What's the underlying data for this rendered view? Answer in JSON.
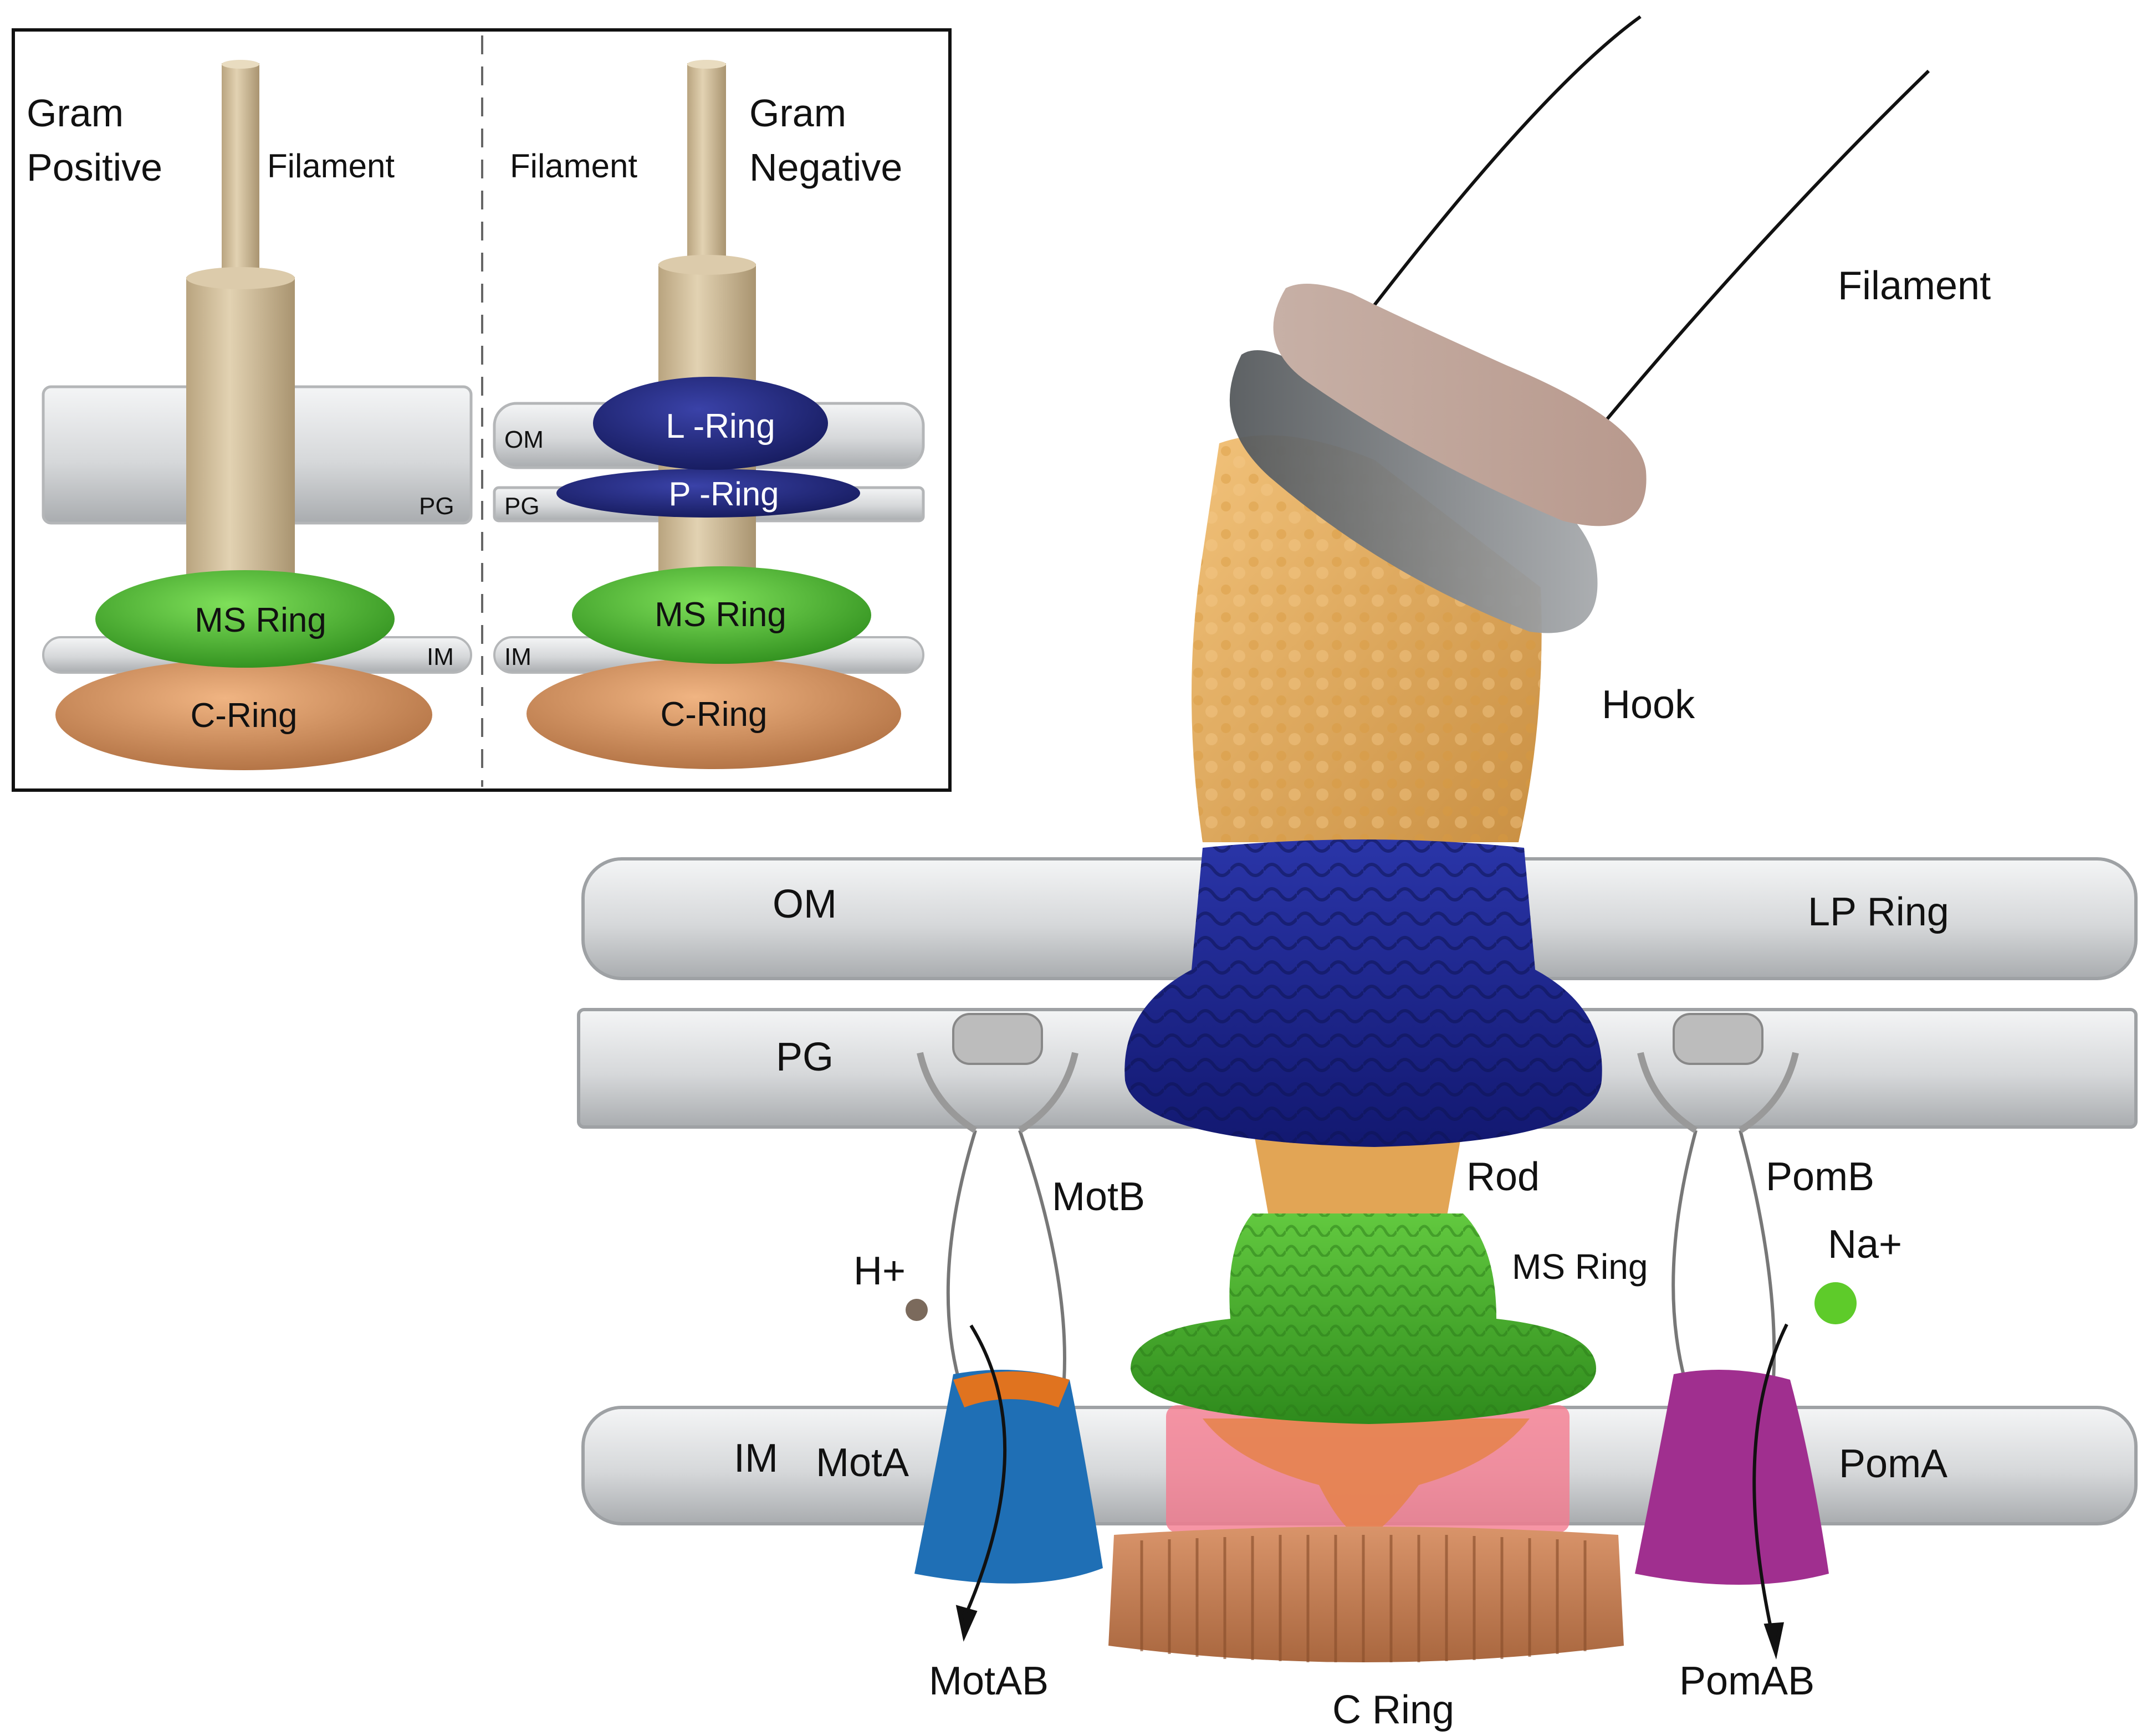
{
  "inset": {
    "gram_positive": {
      "title_line1": "Gram",
      "title_line2": "Positive",
      "filament": "Filament",
      "pg": "PG",
      "ms_ring": "MS Ring",
      "im": "IM",
      "c_ring": "C-Ring"
    },
    "gram_negative": {
      "title_line1": "Gram",
      "title_line2": "Negative",
      "filament": "Filament",
      "om": "OM",
      "pg": "PG",
      "l_ring": "L -Ring",
      "p_ring": "P -Ring",
      "ms_ring": "MS Ring",
      "im": "IM",
      "c_ring": "C-Ring"
    }
  },
  "main": {
    "filament": "Filament",
    "hook": "Hook",
    "om": "OM",
    "lp_ring": "LP Ring",
    "pg": "PG",
    "rod": "Rod",
    "ms_ring": "MS Ring",
    "im": "IM",
    "c_ring": "C Ring",
    "motb": "MotB",
    "mota": "MotA",
    "motab": "MotAB",
    "h_plus": "H+",
    "pomb": "PomB",
    "poma": "PomA",
    "pomab": "PomAB",
    "na_plus": "Na+"
  },
  "colors": {
    "filament_tan": "#d3bf9b",
    "membrane_gray": "#d8dadc",
    "ring_navy": "#1e237a",
    "ms_green": "#4fb537",
    "c_ring_orange": "#c98a5c",
    "hook_orange": "#e8ae5e",
    "mota_blue": "#1f6fb5",
    "poma_purple": "#a02f8f",
    "im_pink": "#f47a8f",
    "proton_brown": "#7b6a5c",
    "sodium_green": "#5ecb2a"
  }
}
